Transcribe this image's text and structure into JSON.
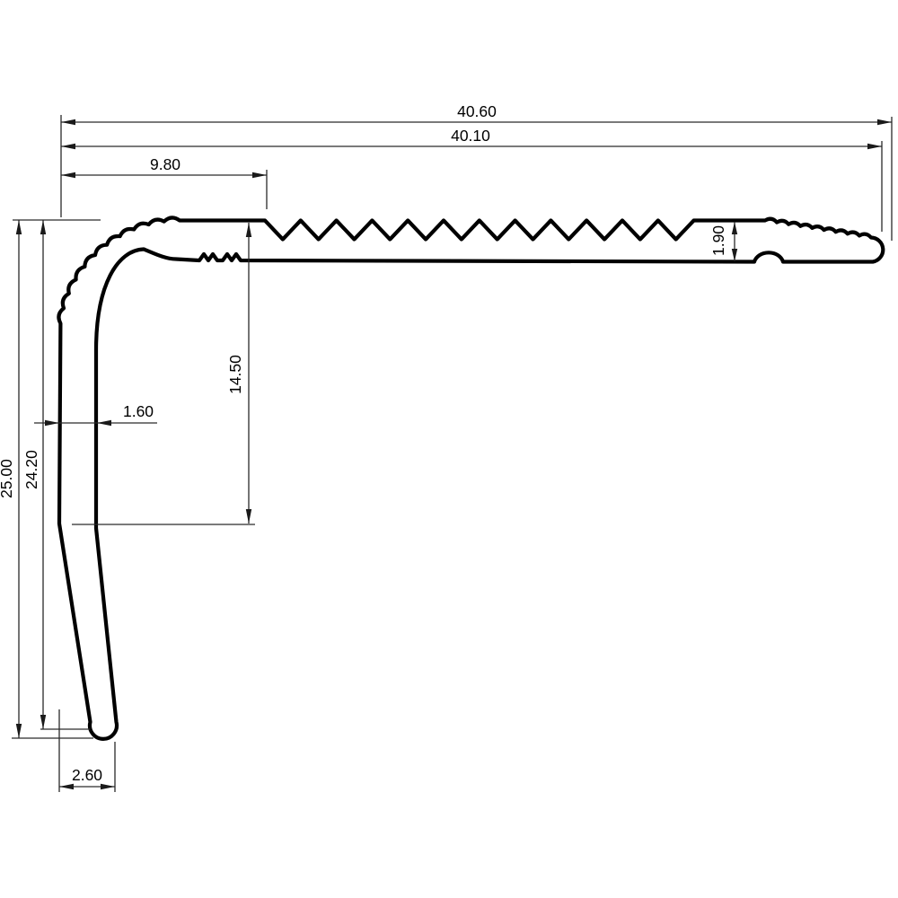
{
  "drawing": {
    "kind": "technical profile section drawing",
    "colors": {
      "line": "#000000",
      "background": "#ffffff"
    },
    "dims": {
      "overall_width": "40.60",
      "inner_width": "40.10",
      "nose_flat_width": "9.80",
      "tread_drop": "14.50",
      "tread_thickness": "1.90",
      "wall_thickness": "1.60",
      "overall_height": "25.00",
      "inner_height": "24.20",
      "leg_bottom_span": "2.60"
    }
  }
}
